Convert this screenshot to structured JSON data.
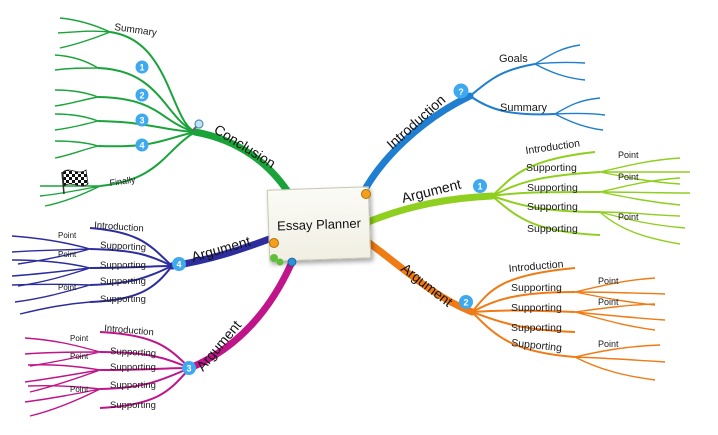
{
  "center": {
    "title": "Essay Planner"
  },
  "colors": {
    "conclusion": "#1aa33a",
    "introduction": "#1f7ecf",
    "argument1": "#8fcf1f",
    "argument2": "#f07a14",
    "argument3": "#c0148a",
    "argument4": "#2d2d9e",
    "badge": "#3fa9f0"
  },
  "branches": {
    "conclusion": {
      "label": "Conclusion",
      "icon": "magnifier-icon",
      "children": [
        "Summary",
        "1",
        "2",
        "3",
        "4",
        "Finally"
      ],
      "finally_icon": "checkered-flag-icon"
    },
    "introduction": {
      "label": "Introduction",
      "badge": "?",
      "children": [
        "Goals",
        "Summary"
      ]
    },
    "argument1": {
      "label": "Argument",
      "badge": "1",
      "children": [
        "Introduction",
        "Supporting",
        "Supporting",
        "Supporting",
        "Supporting"
      ],
      "points": [
        "Point",
        "Point",
        "Point"
      ]
    },
    "argument2": {
      "label": "Argument",
      "badge": "2",
      "children": [
        "Introduction",
        "Supporting",
        "Supporting",
        "Supporting",
        "Supporting"
      ],
      "points": [
        "Point",
        "Point",
        "Point"
      ]
    },
    "argument3": {
      "label": "Argument",
      "badge": "3",
      "children": [
        "Introduction",
        "Supporting",
        "Supporting",
        "Supporting",
        "Supporting"
      ],
      "points": [
        "Point",
        "Point",
        "Point"
      ]
    },
    "argument4": {
      "label": "Argument",
      "badge": "4",
      "children": [
        "Introduction",
        "Supporting",
        "Supporting",
        "Supporting",
        "Supporting"
      ],
      "points": [
        "Point",
        "Point",
        "Point"
      ]
    }
  }
}
